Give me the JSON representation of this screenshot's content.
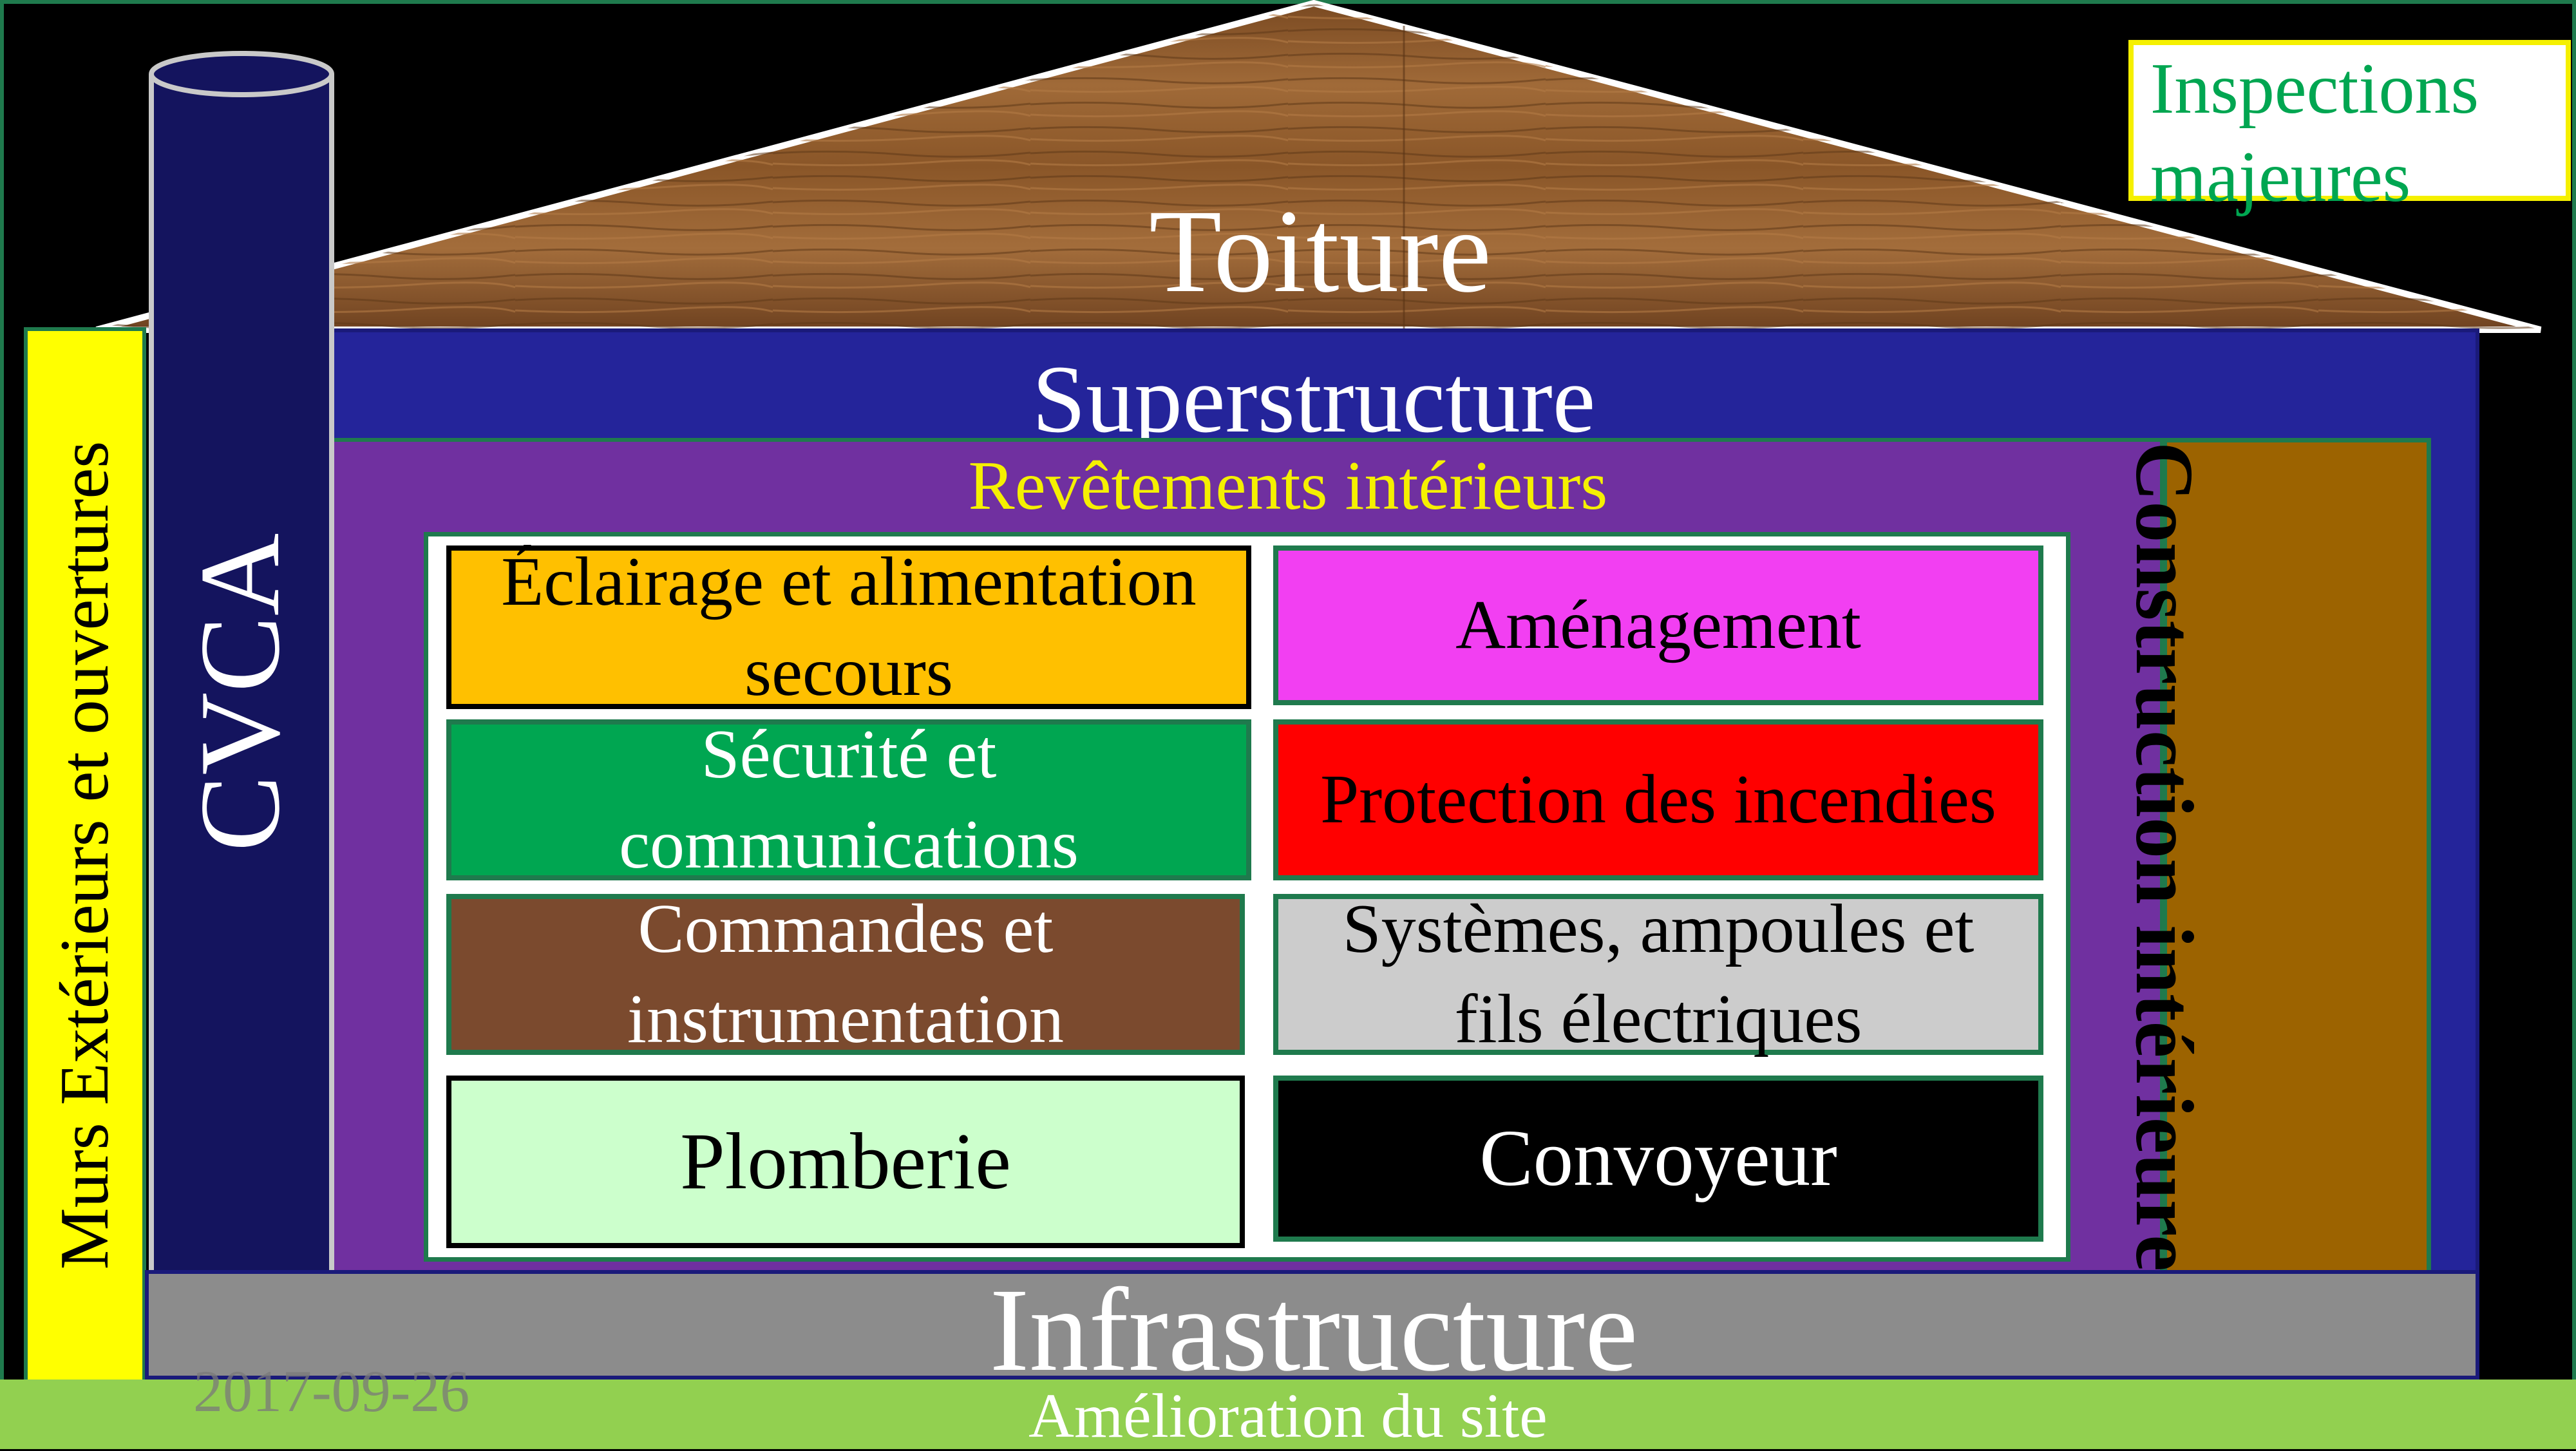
{
  "colors": {
    "roof": "#8b5a2b",
    "superstructure": "#24249a",
    "revetements": "#7030a0",
    "construction": "#9c6300",
    "murs": "#ffff00",
    "cvca": "#14145e",
    "infrastructure": "#8c8c8c",
    "site": "#92d050",
    "border_green": "#1f7a4d"
  },
  "roof": {
    "label": "Toiture"
  },
  "inspections": {
    "label": "Inspections majeures"
  },
  "superstructure": {
    "label": "Superstructure"
  },
  "revetements": {
    "label": "Revêtements intérieurs"
  },
  "boxes": {
    "eclairage": "Éclairage et alimentation secours",
    "amenagement": "Aménagement",
    "securite": "Sécurité et communications",
    "incendie": "Protection des incendies",
    "commandes": "Commandes et instrumentation",
    "systemes": "Systèmes, ampoules et fils électriques",
    "plomberie": "Plomberie",
    "convoyeur": "Convoyeur"
  },
  "construction": {
    "label": "Construction intérieure"
  },
  "murs": {
    "label": "Murs Extérieurs et ouvertures"
  },
  "cvca": {
    "label": "CVCA"
  },
  "infrastructure": {
    "label": "Infrastructure"
  },
  "site": {
    "label": "Amélioration du site"
  },
  "date": "2017-09-26"
}
